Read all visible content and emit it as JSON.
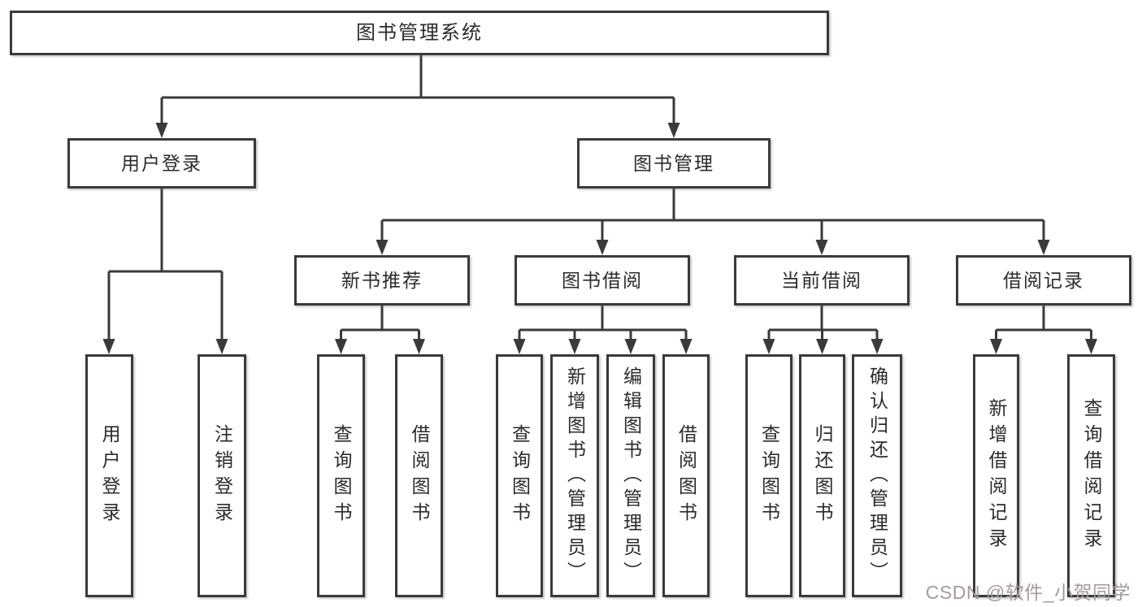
{
  "colors": {
    "line": "#3a3a3a",
    "text": "#2b2b2b",
    "bg": "#ffffff",
    "watermark": "#a49a9d"
  },
  "tree": {
    "root": {
      "label": "图书管理系统"
    },
    "branches": [
      {
        "label": "用户登录",
        "leaves": [
          {
            "label": "用户登录"
          },
          {
            "label": "注销登录"
          }
        ]
      },
      {
        "label": "图书管理",
        "groups": [
          {
            "label": "新书推荐",
            "leaves": [
              {
                "label": "查询图书"
              },
              {
                "label": "借阅图书"
              }
            ]
          },
          {
            "label": "图书借阅",
            "leaves": [
              {
                "label": "查询图书"
              },
              {
                "label": "新增图书（管理员）"
              },
              {
                "label": "编辑图书（管理员）"
              },
              {
                "label": "借阅图书"
              }
            ]
          },
          {
            "label": "当前借阅",
            "leaves": [
              {
                "label": "查询图书"
              },
              {
                "label": "归还图书"
              },
              {
                "label": "确认归还（管理员）"
              }
            ]
          },
          {
            "label": "借阅记录",
            "leaves": [
              {
                "label": "新增借阅记录"
              },
              {
                "label": "查询借阅记录"
              }
            ]
          }
        ]
      }
    ]
  },
  "watermark": {
    "text": "CSDN @软件_小贺同学"
  }
}
